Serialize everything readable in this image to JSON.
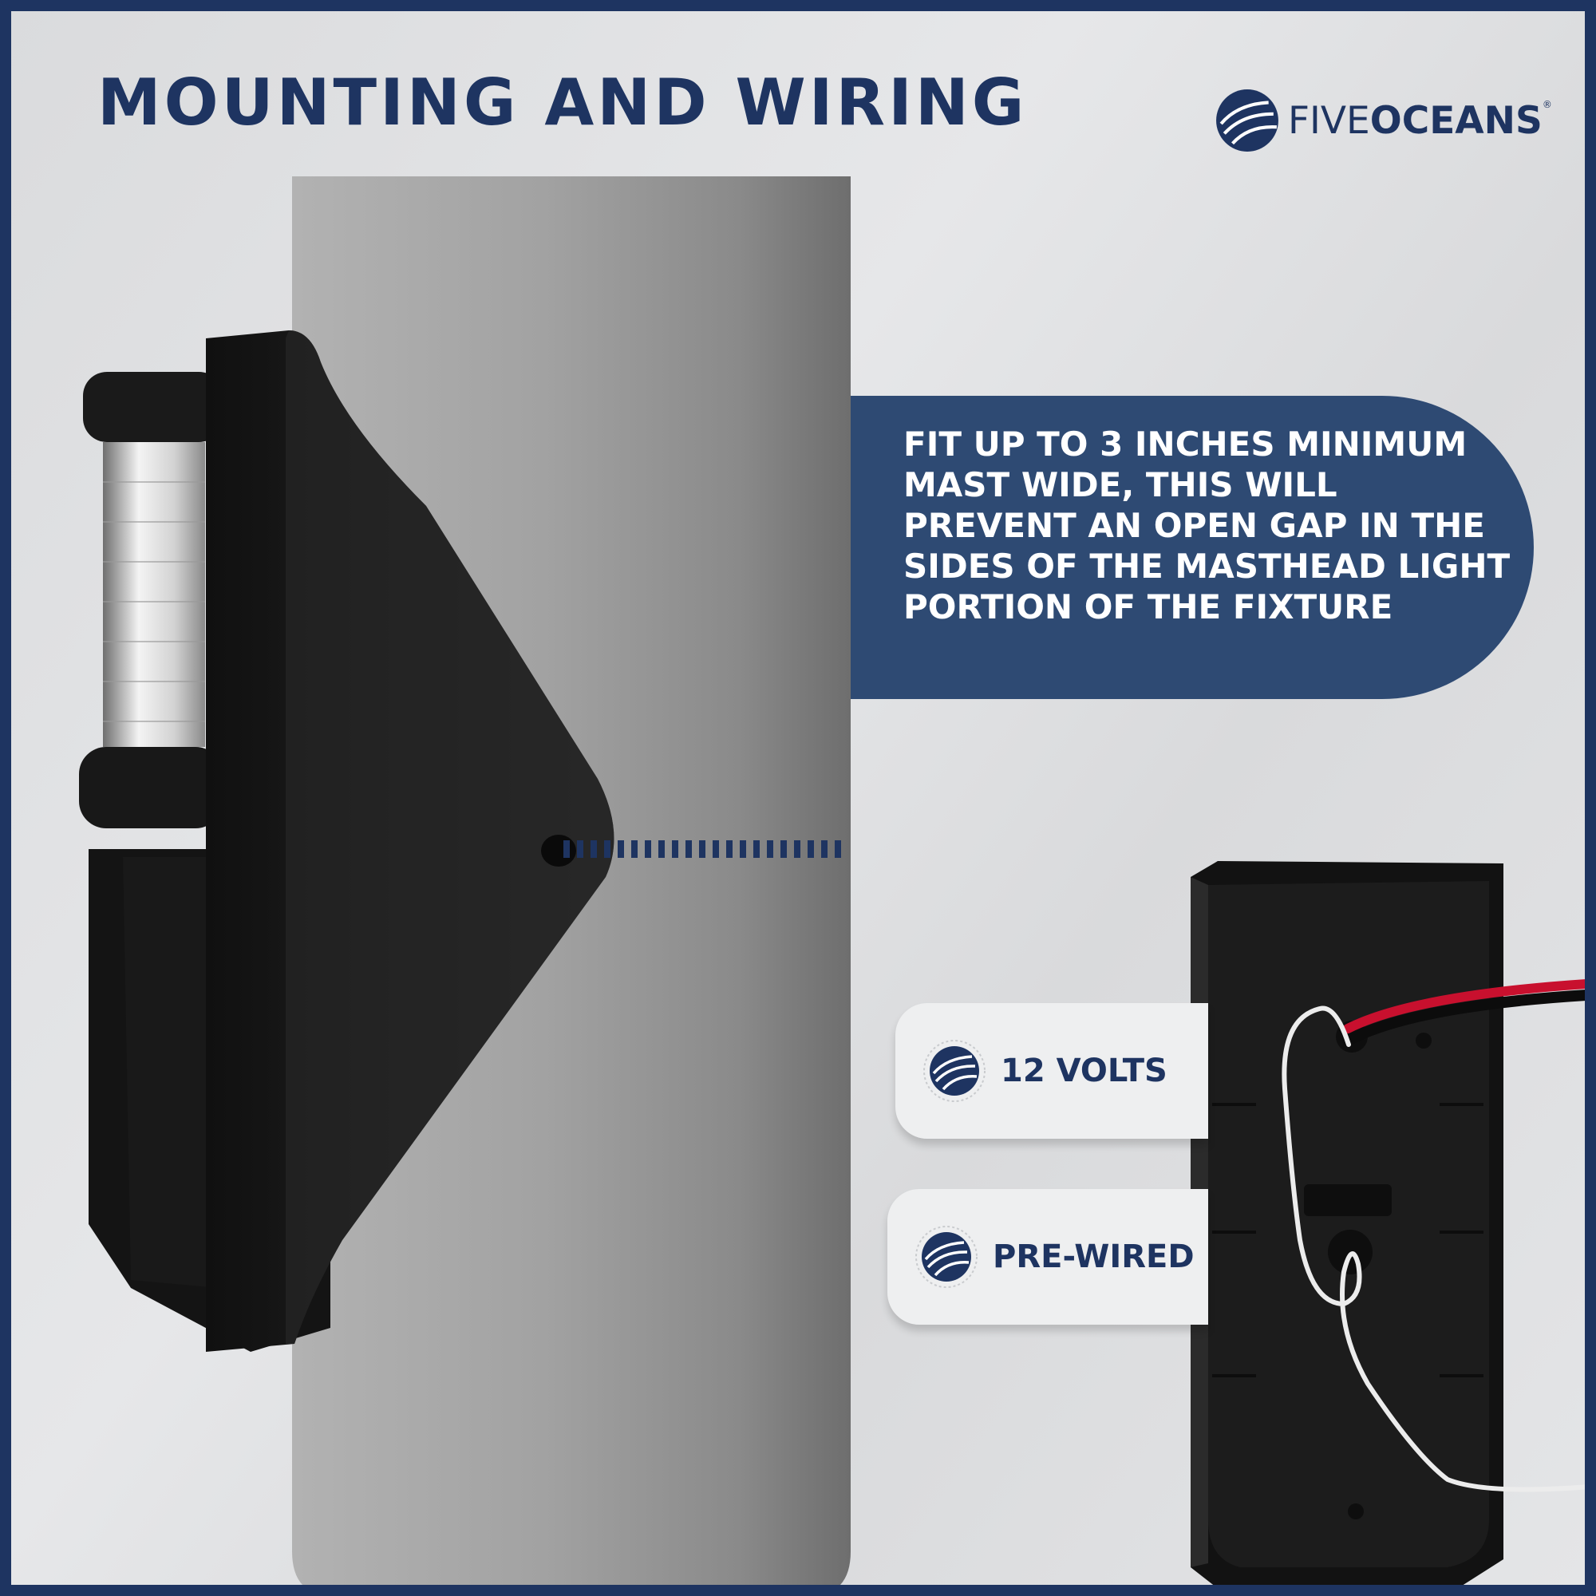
{
  "page": {
    "title": "MOUNTING AND WIRING"
  },
  "brand": {
    "name_light": "FIVE",
    "name_bold": "OCEANS",
    "registered_mark": "®",
    "logo_icon": "wave-globe-icon",
    "color": "#1e3461"
  },
  "callout": {
    "text": "FIT UP TO 3 INCHES MINIMUM MAST WIDE, THIS WILL PREVENT AN OPEN GAP IN THE SIDES OF THE MASTHEAD LIGHT PORTION OF THE FIXTURE",
    "background": "#2e4a73"
  },
  "features": [
    {
      "label": "12 VOLTS",
      "icon": "wave-globe-icon"
    },
    {
      "label": "PRE-WIRED",
      "icon": "wave-globe-icon"
    }
  ],
  "colors": {
    "navy": "#1e3461",
    "callout_blue": "#2e4a73",
    "mast_gray": "#9a9a9a",
    "fixture_black": "#1a1a1a",
    "wire_red": "#c8102e"
  }
}
